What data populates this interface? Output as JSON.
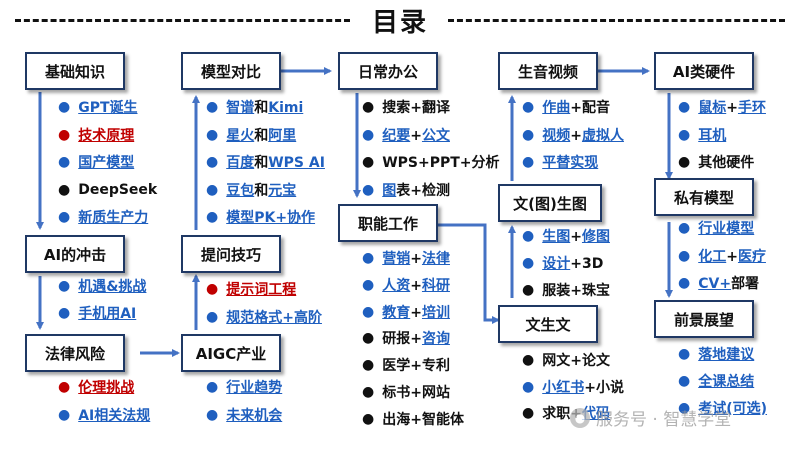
{
  "title": "目录",
  "colors": {
    "blue": "#1f5fbf",
    "red": "#c00000",
    "black": "#111111",
    "arrow": "#4472c4",
    "border": "#1f3864"
  },
  "watermark": {
    "icon": "wechat-icon",
    "text": "服务号 · 智慧学堂"
  },
  "nodes": {
    "basics": "基础知识",
    "ai_impact": "AI的冲击",
    "legal": "法律风险",
    "model_compare": "模型对比",
    "prompt": "提问技巧",
    "aigc": "AIGC产业",
    "office": "日常办公",
    "work": "职能工作",
    "av": "生音视频",
    "text_image": "文(图)生图",
    "text_text": "文生文",
    "hardware": "AI类硬件",
    "private_model": "私有模型",
    "outlook": "前景展望"
  },
  "lists": {
    "basics": [
      [
        {
          "t": "GPT诞生",
          "c": "blue",
          "u": true
        }
      ],
      [
        {
          "t": "技术原理",
          "c": "red",
          "u": true
        }
      ],
      [
        {
          "t": "国产模型",
          "c": "blue",
          "u": true
        }
      ],
      [
        {
          "t": "DeepSeek",
          "c": "black",
          "u": false
        }
      ],
      [
        {
          "t": "新质生产力",
          "c": "blue",
          "u": true
        }
      ]
    ],
    "ai_impact": [
      [
        {
          "t": "机遇&挑战",
          "c": "blue",
          "u": true
        }
      ],
      [
        {
          "t": "手机用AI",
          "c": "blue",
          "u": true
        }
      ]
    ],
    "legal": [
      [
        {
          "t": "伦理挑战",
          "c": "red",
          "u": true
        }
      ],
      [
        {
          "t": "AI相关法规",
          "c": "blue",
          "u": true
        }
      ]
    ],
    "model_compare": [
      [
        {
          "t": "智谱",
          "c": "blue",
          "u": true
        },
        {
          "t": "和",
          "c": "black",
          "u": false
        },
        {
          "t": "Kimi",
          "c": "blue",
          "u": true
        }
      ],
      [
        {
          "t": "星火",
          "c": "blue",
          "u": true
        },
        {
          "t": "和",
          "c": "black",
          "u": false
        },
        {
          "t": "阿里",
          "c": "blue",
          "u": true
        }
      ],
      [
        {
          "t": "百度",
          "c": "blue",
          "u": true
        },
        {
          "t": "和",
          "c": "black",
          "u": false
        },
        {
          "t": "WPS AI",
          "c": "blue",
          "u": true
        }
      ],
      [
        {
          "t": "豆包",
          "c": "blue",
          "u": true
        },
        {
          "t": "和",
          "c": "black",
          "u": false
        },
        {
          "t": "元宝",
          "c": "blue",
          "u": true
        }
      ],
      [
        {
          "t": "模型PK+协作",
          "c": "blue",
          "u": true
        }
      ]
    ],
    "prompt": [
      [
        {
          "t": "提示词工程",
          "c": "red",
          "u": true
        }
      ],
      [
        {
          "t": "规范格式+高阶",
          "c": "blue",
          "u": true
        }
      ]
    ],
    "aigc": [
      [
        {
          "t": "行业趋势",
          "c": "blue",
          "u": true
        }
      ],
      [
        {
          "t": "未来机会",
          "c": "blue",
          "u": true
        }
      ]
    ],
    "office": [
      [
        {
          "t": "搜索+翻译",
          "c": "black",
          "u": false
        }
      ],
      [
        {
          "t": "纪要",
          "c": "blue",
          "u": true
        },
        {
          "t": "+",
          "c": "black",
          "u": false
        },
        {
          "t": "公文",
          "c": "blue",
          "u": true
        }
      ],
      [
        {
          "t": "WPS+PPT+分析",
          "c": "black",
          "u": false
        }
      ],
      [
        {
          "t": "图",
          "c": "blue",
          "u": true
        },
        {
          "t": "表+检测",
          "c": "black",
          "u": false
        }
      ]
    ],
    "work": [
      [
        {
          "t": "营销",
          "c": "blue",
          "u": true
        },
        {
          "t": "+",
          "c": "black",
          "u": false
        },
        {
          "t": "法律",
          "c": "blue",
          "u": true
        }
      ],
      [
        {
          "t": "人资",
          "c": "blue",
          "u": true
        },
        {
          "t": "+",
          "c": "black",
          "u": false
        },
        {
          "t": "科研",
          "c": "blue",
          "u": true
        }
      ],
      [
        {
          "t": "教育",
          "c": "blue",
          "u": true
        },
        {
          "t": "+",
          "c": "black",
          "u": false
        },
        {
          "t": "培训",
          "c": "blue",
          "u": true
        }
      ],
      [
        {
          "t": "研报+",
          "c": "black",
          "u": false
        },
        {
          "t": "咨询",
          "c": "blue",
          "u": true
        }
      ],
      [
        {
          "t": "医学+专利",
          "c": "black",
          "u": false
        }
      ],
      [
        {
          "t": "标书+网站",
          "c": "black",
          "u": false
        }
      ],
      [
        {
          "t": "出海+智能体",
          "c": "black",
          "u": false
        }
      ]
    ],
    "av": [
      [
        {
          "t": "作曲",
          "c": "blue",
          "u": true
        },
        {
          "t": "+配音",
          "c": "black",
          "u": false
        }
      ],
      [
        {
          "t": "视频",
          "c": "blue",
          "u": true
        },
        {
          "t": "+",
          "c": "black",
          "u": false
        },
        {
          "t": "虚拟人",
          "c": "blue",
          "u": true
        }
      ],
      [
        {
          "t": "平替实现",
          "c": "blue",
          "u": true
        }
      ]
    ],
    "text_image": [
      [
        {
          "t": "生图",
          "c": "blue",
          "u": true
        },
        {
          "t": "+",
          "c": "black",
          "u": false
        },
        {
          "t": "修图",
          "c": "blue",
          "u": true
        }
      ],
      [
        {
          "t": "设计",
          "c": "blue",
          "u": true
        },
        {
          "t": "+3D",
          "c": "black",
          "u": false
        }
      ],
      [
        {
          "t": "服装+珠宝",
          "c": "black",
          "u": false
        }
      ]
    ],
    "text_text": [
      [
        {
          "t": "网文+论文",
          "c": "black",
          "u": false
        }
      ],
      [
        {
          "t": "小红书",
          "c": "blue",
          "u": true
        },
        {
          "t": "+小说",
          "c": "black",
          "u": false
        }
      ],
      [
        {
          "t": "求职+",
          "c": "black",
          "u": false
        },
        {
          "t": "代码",
          "c": "blue",
          "u": true
        }
      ]
    ],
    "hardware": [
      [
        {
          "t": "鼠标",
          "c": "blue",
          "u": true
        },
        {
          "t": "+",
          "c": "black",
          "u": false
        },
        {
          "t": "手环",
          "c": "blue",
          "u": true
        }
      ],
      [
        {
          "t": "耳机",
          "c": "blue",
          "u": true
        }
      ],
      [
        {
          "t": "其他硬件",
          "c": "black",
          "u": false
        }
      ]
    ],
    "private_model": [
      [
        {
          "t": "行业模型",
          "c": "blue",
          "u": true
        }
      ],
      [
        {
          "t": "化工",
          "c": "blue",
          "u": true
        },
        {
          "t": "+",
          "c": "black",
          "u": false
        },
        {
          "t": "医疗",
          "c": "blue",
          "u": true
        }
      ],
      [
        {
          "t": "CV+",
          "c": "blue",
          "u": true
        },
        {
          "t": "部署",
          "c": "black",
          "u": false
        }
      ]
    ],
    "outlook": [
      [
        {
          "t": "落地建议",
          "c": "blue",
          "u": true
        }
      ],
      [
        {
          "t": "全课总结",
          "c": "blue",
          "u": true
        }
      ],
      [
        {
          "t": "考试(可选)",
          "c": "blue",
          "u": true
        }
      ]
    ]
  }
}
